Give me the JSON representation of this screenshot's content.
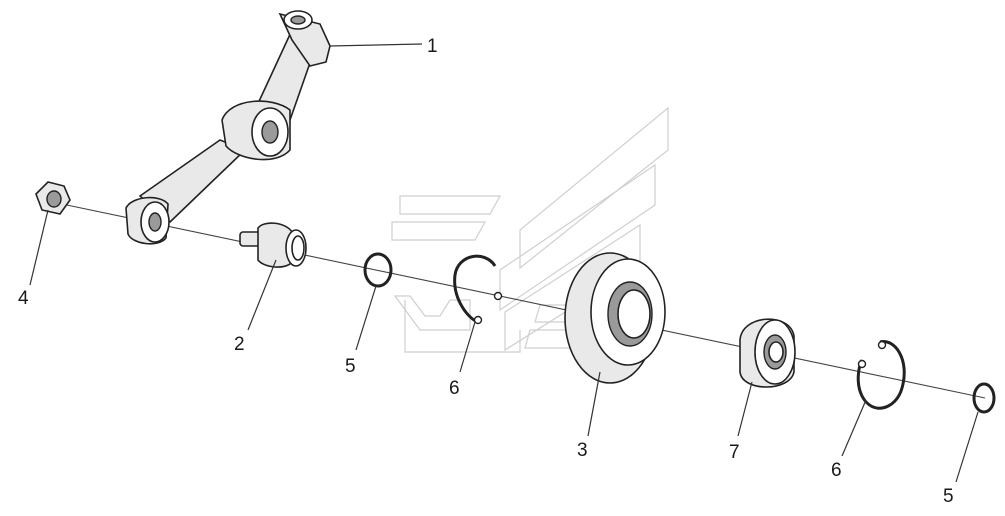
{
  "diagram": {
    "callouts": [
      {
        "id": "c1",
        "label": "1",
        "part": "lever-arm"
      },
      {
        "id": "c2",
        "label": "2",
        "part": "pivot-pin"
      },
      {
        "id": "c3",
        "label": "3",
        "part": "housing-cup"
      },
      {
        "id": "c4",
        "label": "4",
        "part": "hex-nut"
      },
      {
        "id": "c5a",
        "label": "5",
        "part": "snap-ring-left"
      },
      {
        "id": "c5b",
        "label": "5",
        "part": "snap-ring-right"
      },
      {
        "id": "c6a",
        "label": "6",
        "part": "circlip-left"
      },
      {
        "id": "c6b",
        "label": "6",
        "part": "circlip-right"
      },
      {
        "id": "c7",
        "label": "7",
        "part": "ball-bearing"
      }
    ]
  }
}
